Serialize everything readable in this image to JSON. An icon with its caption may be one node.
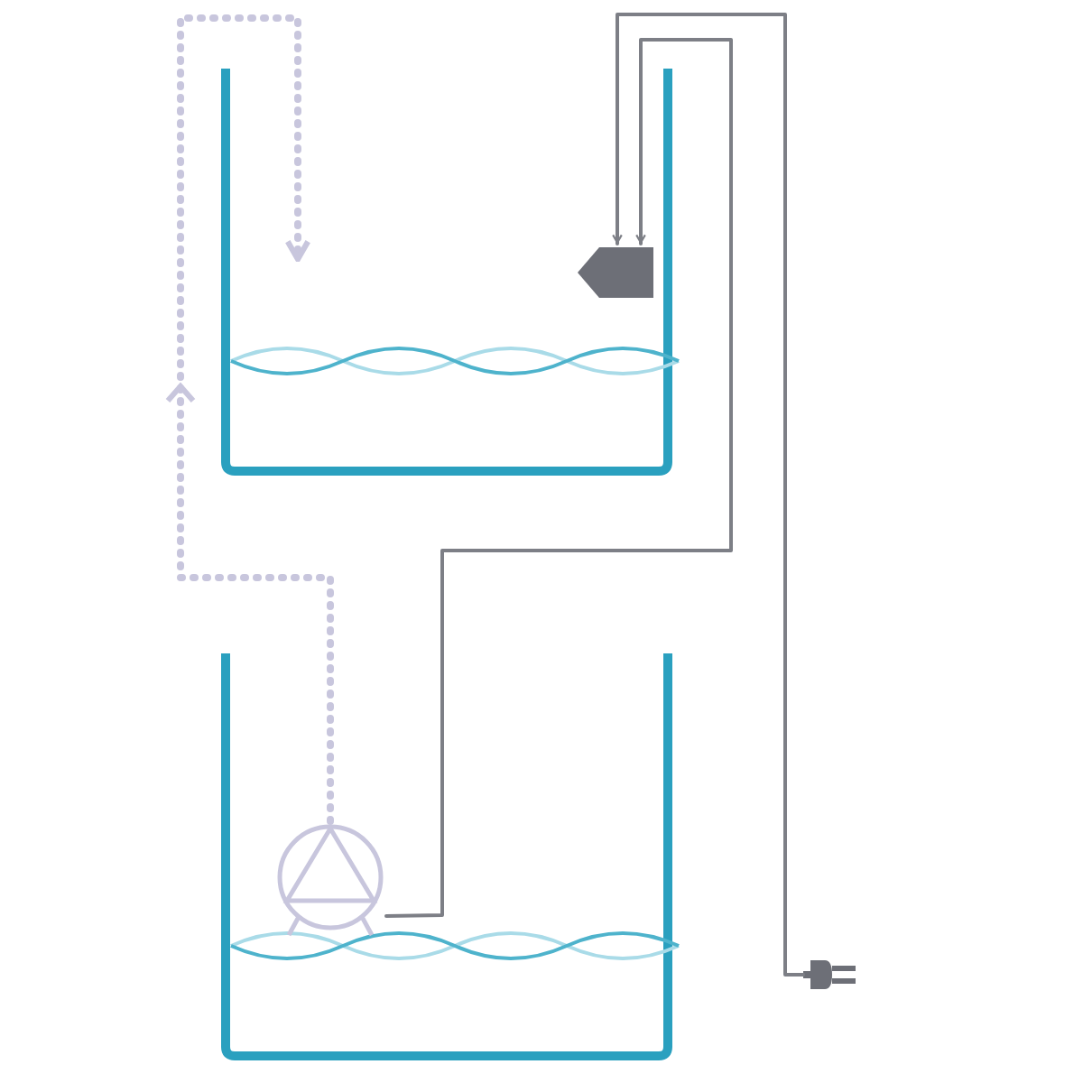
{
  "diagram": {
    "nodes": [
      {
        "text": [],
        "shape": "tank"
      },
      {
        "text": [],
        "shape": "tank"
      },
      {
        "text": [],
        "shape": "circle",
        "in": 1
      },
      {
        "text": [],
        "shape": "pentagon",
        "in": 0
      },
      {
        "text": [],
        "shape": "picture"
      }
    ],
    "edges": [
      {
        "from": 2,
        "to": 0,
        "arrow": "to",
        "style": "dashed",
        "color": "#c8c6dd"
      },
      {
        "from": 2,
        "to": 3,
        "arrow": "to"
      },
      {
        "from": 4,
        "to": 3,
        "arrow": "to"
      }
    ]
  }
}
